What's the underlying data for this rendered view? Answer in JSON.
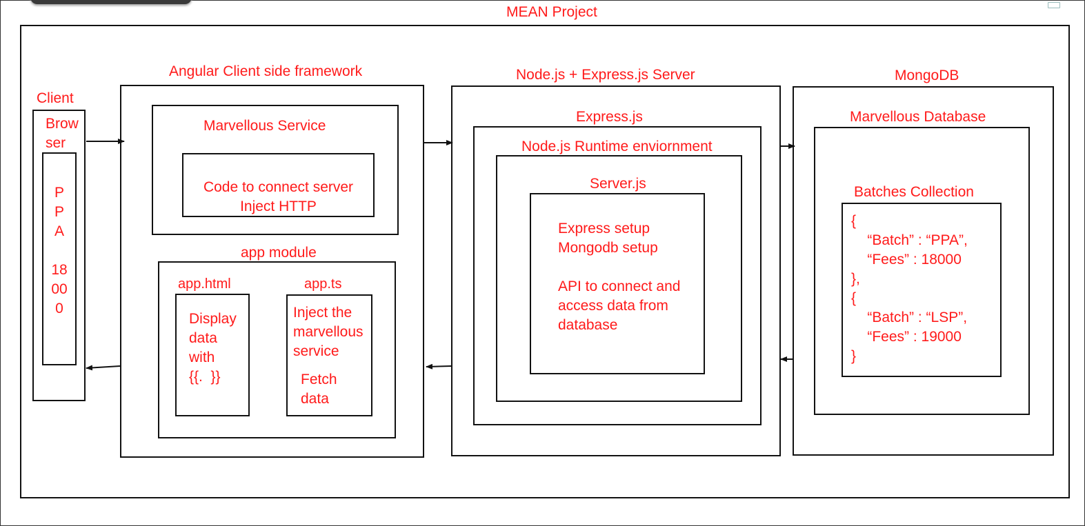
{
  "title": "MEAN Project",
  "client": {
    "label": "Client",
    "browser_label": "Brow\nser",
    "screen_text": "P\nP\nA\n\n18\n00\n0"
  },
  "angular": {
    "label": "Angular Client side framework",
    "service": {
      "label": "Marvellous Service",
      "code_text": "Code to connect server\nInject HTTP"
    },
    "app_module": {
      "label": "app module",
      "html": {
        "label": "app.html",
        "text": "Display\ndata\nwith\n{{.  }}"
      },
      "ts": {
        "label": "app.ts",
        "text": "Inject the\nmarvellous\nservice",
        "fetch": "Fetch\ndata"
      }
    }
  },
  "server": {
    "label": "Node.js + Express.js Server",
    "express": {
      "label": "Express.js",
      "runtime": {
        "label": "Node.js Runtime enviornment",
        "serverjs": {
          "label": "Server.js",
          "text": "Express setup\nMongodb setup\n\nAPI to connect and\naccess data from\ndatabase"
        }
      }
    }
  },
  "mongodb": {
    "label": "MongoDB",
    "database": {
      "label": "Marvellous Database",
      "collection": {
        "label": "Batches Collection",
        "text": "{\n    “Batch” : “PPA”,\n    “Fees” : 18000\n},\n{\n    “Batch” : “LSP”,\n    “Fees” : 19000\n}"
      }
    }
  },
  "colors": {
    "label": "#ff1a1a",
    "line": "#111111"
  }
}
